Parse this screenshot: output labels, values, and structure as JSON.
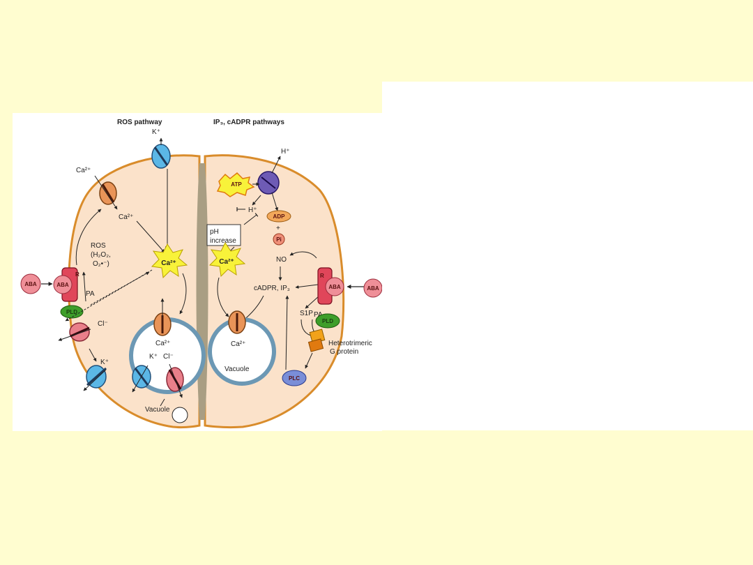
{
  "headers": {
    "left": "ROS pathway",
    "right": "IP₃, cADPR pathways"
  },
  "labels": {
    "k_plus_top": "K⁺",
    "ca_outside": "Ca²⁺",
    "ca_inside": "Ca²⁺",
    "ros": "ROS",
    "h2o2": "(H₂O₂,",
    "o2": "O₂•⁻)",
    "pa_left": "PA",
    "cl_minus": "Cl⁻",
    "k_plus_lower": "K⁺",
    "vac_ca_left": "Ca²⁺",
    "vac_k_left": "K⁺",
    "vac_cl_left": "Cl⁻",
    "vacuole_left": "Vacuole",
    "h_plus_top": "H⁺",
    "atp": "ATP",
    "adp": "ADP",
    "plus": "+",
    "pi": "Pi",
    "h_plus_inner": "H⁺",
    "ph_line1": "pH",
    "ph_line2": "increase",
    "no": "NO",
    "cadpr": "cADPR, IP₃",
    "s1p": "S1P",
    "pa_right": "PA",
    "vac_ca_right": "Ca²⁺",
    "vacuole_right": "Vacuole",
    "hetero_line1": "Heterotrimeric",
    "hetero_line2": "G protein",
    "ca_star_left": "Ca²⁺",
    "ca_star_right": "Ca²⁺"
  },
  "molecules": {
    "aba": "ABA",
    "receptor": "R",
    "pld": "PLD",
    "plc": "PLC"
  },
  "colors": {
    "background": "#FFFDD0",
    "cell_fill": "#FBE2CA",
    "cell_wall": "#D98C2B",
    "channel_blue": "#5BB7E6",
    "channel_orange": "#E99458",
    "channel_pink": "#E97F8A",
    "pump_purple": "#6E5BB5",
    "receptor_red": "#E0465A",
    "aba_pink": "#EF8F98",
    "pld_green": "#3E9E2A",
    "vacuole_ring": "#6C98B4",
    "calcium_star": "#F8F23A"
  }
}
